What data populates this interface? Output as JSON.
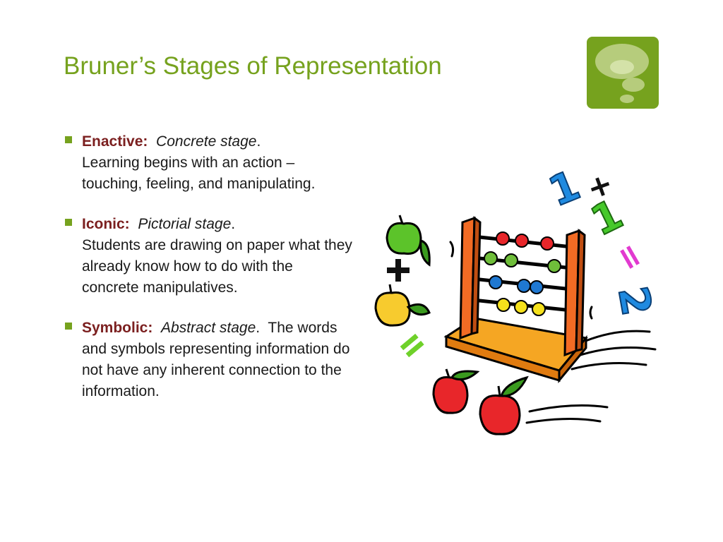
{
  "slide": {
    "title": "Bruner’s Stages of Representation",
    "logo_icon": "speech-bubbles-icon",
    "accent_color": "#76a21e",
    "term_color": "#7b1f1f",
    "bullets": [
      {
        "term": "Enactive:",
        "stage": "Concrete stage",
        "punct": ".",
        "rest": "Learning begins with an action – touching, feeling, and manipulating."
      },
      {
        "term": "Iconic:",
        "stage": "Pictorial stage",
        "punct": ".",
        "rest": "Students are drawing on paper what they already know how to do with the concrete manipulatives."
      },
      {
        "term": "Symbolic:",
        "stage": "Abstract stage",
        "punct": ".",
        "rest": "The words and symbols representing information do not have any inherent connection to the information."
      }
    ],
    "clipart": {
      "icon": "abacus-apples-icon",
      "symbols": [
        "1",
        "+",
        "1",
        "=",
        "2",
        "+",
        "="
      ]
    }
  }
}
